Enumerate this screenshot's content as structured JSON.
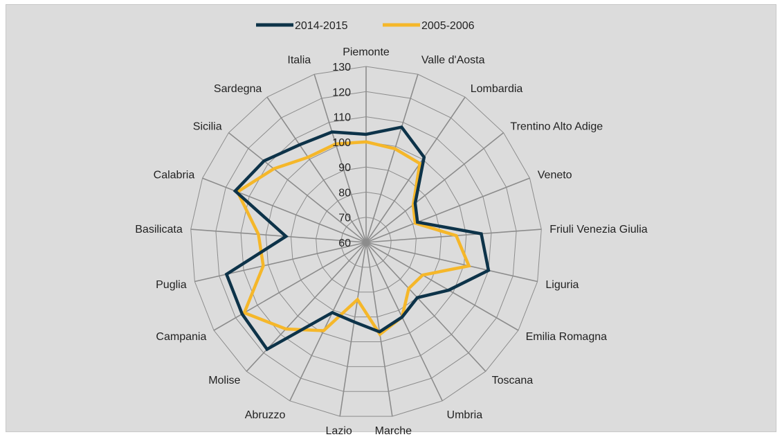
{
  "chart_data": {
    "type": "radar",
    "categories": [
      "Piemonte",
      "Valle d'Aosta",
      "Lombardia",
      "Trentino Alto Adige",
      "Veneto",
      "Friuli Venezia Giulia",
      "Liguria",
      "Emilia Romagna",
      "Toscana",
      "Umbria",
      "Marche",
      "Lazio",
      "Abruzzo",
      "Molise",
      "Campania",
      "Puglia",
      "Basilicata",
      "Calabria",
      "Sicilia",
      "Sardegna",
      "Italia"
    ],
    "series": [
      {
        "name": "2014-2015",
        "color": "#0d3349",
        "values": [
          103,
          108,
          101,
          85,
          82,
          106,
          110,
          98,
          90,
          93,
          96,
          92,
          91,
          118,
          117,
          117,
          92,
          116,
          112,
          107,
          106
        ]
      },
      {
        "name": "2005-2006",
        "color": "#f5b72a",
        "values": [
          100,
          99,
          98,
          84,
          81,
          96,
          102,
          86,
          85,
          93,
          97,
          83,
          99,
          107,
          116,
          102,
          103,
          115,
          107,
          101,
          101
        ]
      }
    ],
    "radial_ticks": [
      "60",
      "70",
      "80",
      "90",
      "100",
      "110",
      "120",
      "130"
    ],
    "rlim": [
      60,
      130
    ],
    "grid": true,
    "legend_position": "top-center"
  }
}
